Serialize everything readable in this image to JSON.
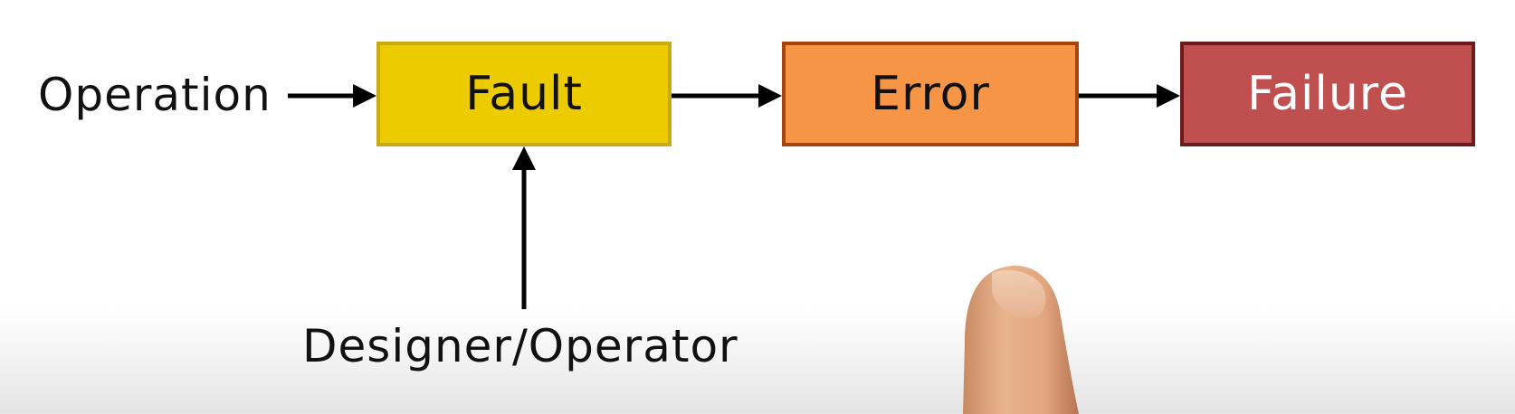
{
  "diagram": {
    "inputs": {
      "operation": "Operation",
      "designer_operator": "Designer/Operator"
    },
    "nodes": [
      {
        "id": "fault",
        "label": "Fault",
        "fill": "#eccb00",
        "border": "#c9a916",
        "text_color": "#111111"
      },
      {
        "id": "error",
        "label": "Error",
        "fill": "#f59545",
        "border": "#a9440f",
        "text_color": "#111111"
      },
      {
        "id": "failure",
        "label": "Failure",
        "fill": "#c05050",
        "border": "#6b1d1d",
        "text_color": "#ffffff"
      }
    ],
    "edges": [
      {
        "from": "operation",
        "to": "fault"
      },
      {
        "from": "designer_operator",
        "to": "fault"
      },
      {
        "from": "fault",
        "to": "error"
      },
      {
        "from": "error",
        "to": "failure"
      }
    ],
    "arrow_color": "#000000"
  }
}
